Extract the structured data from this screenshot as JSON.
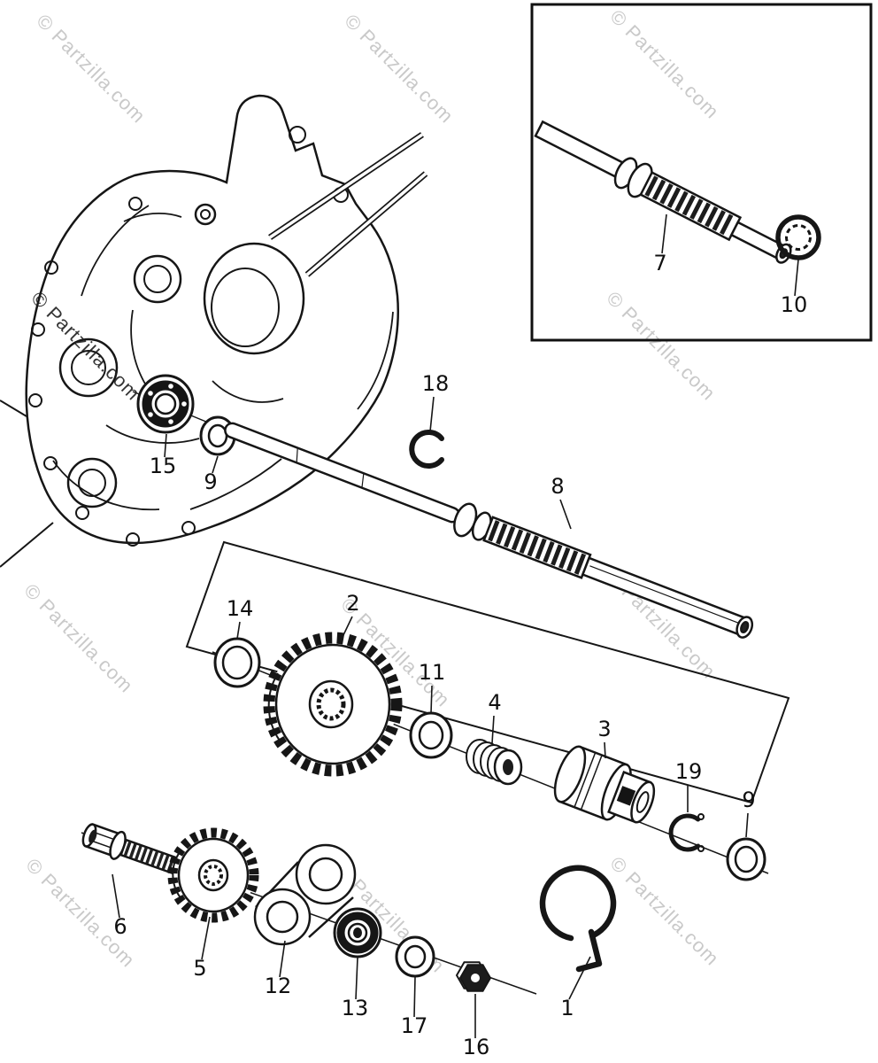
{
  "colors": {
    "background": "#ffffff",
    "line_art": "#161616",
    "watermark_light": "#c9c9c9",
    "watermark_dark": "#1f1f1f"
  },
  "watermark": {
    "text": "© Partzilla.com"
  },
  "callouts": [
    {
      "label": "7"
    },
    {
      "label": "10"
    },
    {
      "label": "18"
    },
    {
      "label": "15"
    },
    {
      "label": "9"
    },
    {
      "label": "8"
    },
    {
      "label": "14"
    },
    {
      "label": "2"
    },
    {
      "label": "11"
    },
    {
      "label": "4"
    },
    {
      "label": "3"
    },
    {
      "label": "19"
    },
    {
      "label": "9"
    },
    {
      "label": "6"
    },
    {
      "label": "5"
    },
    {
      "label": "12"
    },
    {
      "label": "13"
    },
    {
      "label": "17"
    },
    {
      "label": "16"
    },
    {
      "label": "1"
    }
  ]
}
